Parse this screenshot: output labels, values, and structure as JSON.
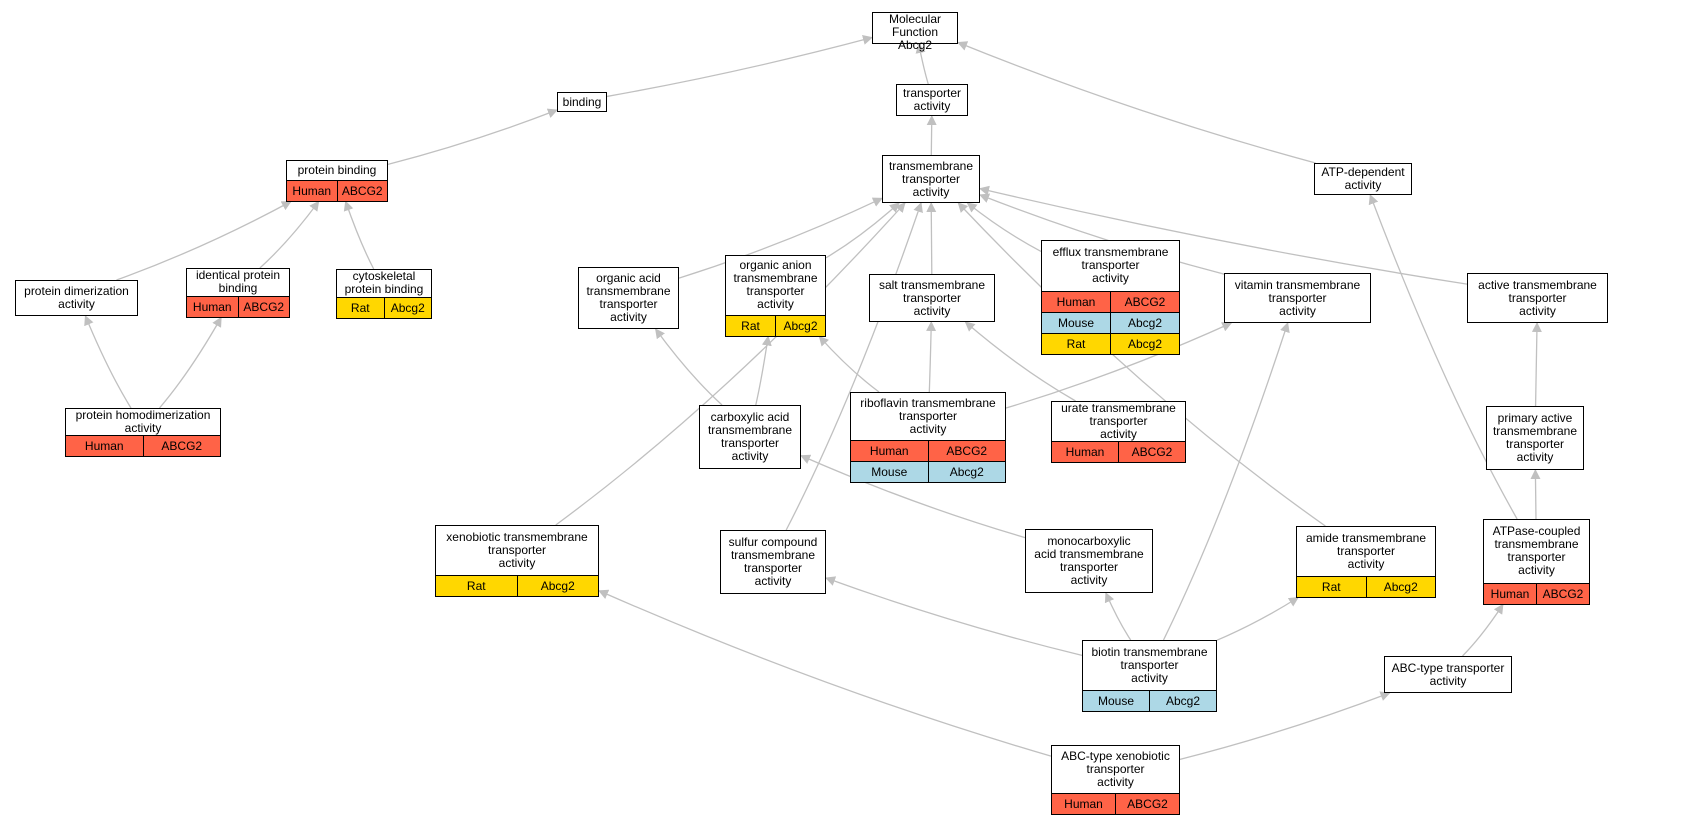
{
  "colors": {
    "Human": "#ff6347",
    "Mouse": "#add8e6",
    "Rat": "#ffd700",
    "edge": "#c0c0c0"
  },
  "nodes": {
    "mf": [
      "Molecular Function",
      "Abcg2"
    ],
    "binding": [
      "binding"
    ],
    "transporter": [
      "transporter",
      "activity"
    ],
    "atpdep": [
      "ATP-dependent",
      "activity"
    ],
    "protbind": [
      "protein binding"
    ],
    "tmt": [
      "transmembrane",
      "transporter",
      "activity"
    ],
    "protdimer": [
      "protein dimerization",
      "activity"
    ],
    "identprot": [
      "identical protein",
      "binding"
    ],
    "cytoskel": [
      "cytoskeletal",
      "protein binding"
    ],
    "orgacid": [
      "organic acid",
      "transmembrane",
      "transporter",
      "activity"
    ],
    "organion": [
      "organic anion",
      "transmembrane",
      "transporter",
      "activity"
    ],
    "salt": [
      "salt transmembrane",
      "transporter",
      "activity"
    ],
    "efflux": [
      "efflux transmembrane",
      "transporter",
      "activity"
    ],
    "vitamin": [
      "vitamin transmembrane",
      "transporter",
      "activity"
    ],
    "active": [
      "active transmembrane",
      "transporter",
      "activity"
    ],
    "homodimer": [
      "protein homodimerization",
      "activity"
    ],
    "carbox": [
      "carboxylic acid",
      "transmembrane",
      "transporter",
      "activity"
    ],
    "riboflavin": [
      "riboflavin transmembrane",
      "transporter",
      "activity"
    ],
    "urate": [
      "urate transmembrane",
      "transporter",
      "activity"
    ],
    "primary": [
      "primary active",
      "transmembrane",
      "transporter",
      "activity"
    ],
    "xeno": [
      "xenobiotic transmembrane",
      "transporter",
      "activity"
    ],
    "sulfur": [
      "sulfur compound",
      "transmembrane",
      "transporter",
      "activity"
    ],
    "monocarb": [
      "monocarboxylic",
      "acid transmembrane",
      "transporter",
      "activity"
    ],
    "amide": [
      "amide transmembrane",
      "transporter",
      "activity"
    ],
    "atpcoupled": [
      "ATPase-coupled",
      "transmembrane",
      "transporter",
      "activity"
    ],
    "biotin": [
      "biotin transmembrane",
      "transporter",
      "activity"
    ],
    "abctype": [
      "ABC-type transporter",
      "activity"
    ],
    "abcxeno": [
      "ABC-type xenobiotic",
      "transporter",
      "activity"
    ]
  },
  "annotations": {
    "protbind": [
      [
        "Human",
        "ABCG2"
      ]
    ],
    "identprot": [
      [
        "Human",
        "ABCG2"
      ]
    ],
    "cytoskel": [
      [
        "Rat",
        "Abcg2"
      ]
    ],
    "organion": [
      [
        "Rat",
        "Abcg2"
      ]
    ],
    "efflux": [
      [
        "Human",
        "ABCG2"
      ],
      [
        "Mouse",
        "Abcg2"
      ],
      [
        "Rat",
        "Abcg2"
      ]
    ],
    "homodimer": [
      [
        "Human",
        "ABCG2"
      ]
    ],
    "riboflavin": [
      [
        "Human",
        "ABCG2"
      ],
      [
        "Mouse",
        "Abcg2"
      ]
    ],
    "urate": [
      [
        "Human",
        "ABCG2"
      ]
    ],
    "xeno": [
      [
        "Rat",
        "Abcg2"
      ]
    ],
    "amide": [
      [
        "Rat",
        "Abcg2"
      ]
    ],
    "atpcoupled": [
      [
        "Human",
        "ABCG2"
      ]
    ],
    "biotin": [
      [
        "Mouse",
        "Abcg2"
      ]
    ],
    "abcxeno": [
      [
        "Human",
        "ABCG2"
      ]
    ]
  },
  "edges": [
    [
      "binding",
      "mf"
    ],
    [
      "transporter",
      "mf"
    ],
    [
      "atpdep",
      "mf"
    ],
    [
      "protbind",
      "binding"
    ],
    [
      "tmt",
      "transporter"
    ],
    [
      "protdimer",
      "protbind"
    ],
    [
      "identprot",
      "protbind"
    ],
    [
      "cytoskel",
      "protbind"
    ],
    [
      "homodimer",
      "protdimer"
    ],
    [
      "homodimer",
      "identprot"
    ],
    [
      "orgacid",
      "tmt"
    ],
    [
      "organion",
      "tmt"
    ],
    [
      "salt",
      "tmt"
    ],
    [
      "efflux",
      "tmt"
    ],
    [
      "vitamin",
      "tmt"
    ],
    [
      "active",
      "tmt"
    ],
    [
      "xeno",
      "tmt"
    ],
    [
      "sulfur",
      "tmt"
    ],
    [
      "amide",
      "tmt"
    ],
    [
      "carbox",
      "orgacid"
    ],
    [
      "carbox",
      "organion"
    ],
    [
      "riboflavin",
      "salt"
    ],
    [
      "riboflavin",
      "organion"
    ],
    [
      "riboflavin",
      "vitamin"
    ],
    [
      "urate",
      "salt"
    ],
    [
      "primary",
      "active"
    ],
    [
      "atpcoupled",
      "primary"
    ],
    [
      "atpcoupled",
      "atpdep"
    ],
    [
      "monocarb",
      "carbox"
    ],
    [
      "biotin",
      "sulfur"
    ],
    [
      "biotin",
      "monocarb"
    ],
    [
      "biotin",
      "amide"
    ],
    [
      "biotin",
      "vitamin"
    ],
    [
      "abctype",
      "atpcoupled"
    ],
    [
      "abcxeno",
      "xeno"
    ],
    [
      "abcxeno",
      "abctype"
    ]
  ]
}
